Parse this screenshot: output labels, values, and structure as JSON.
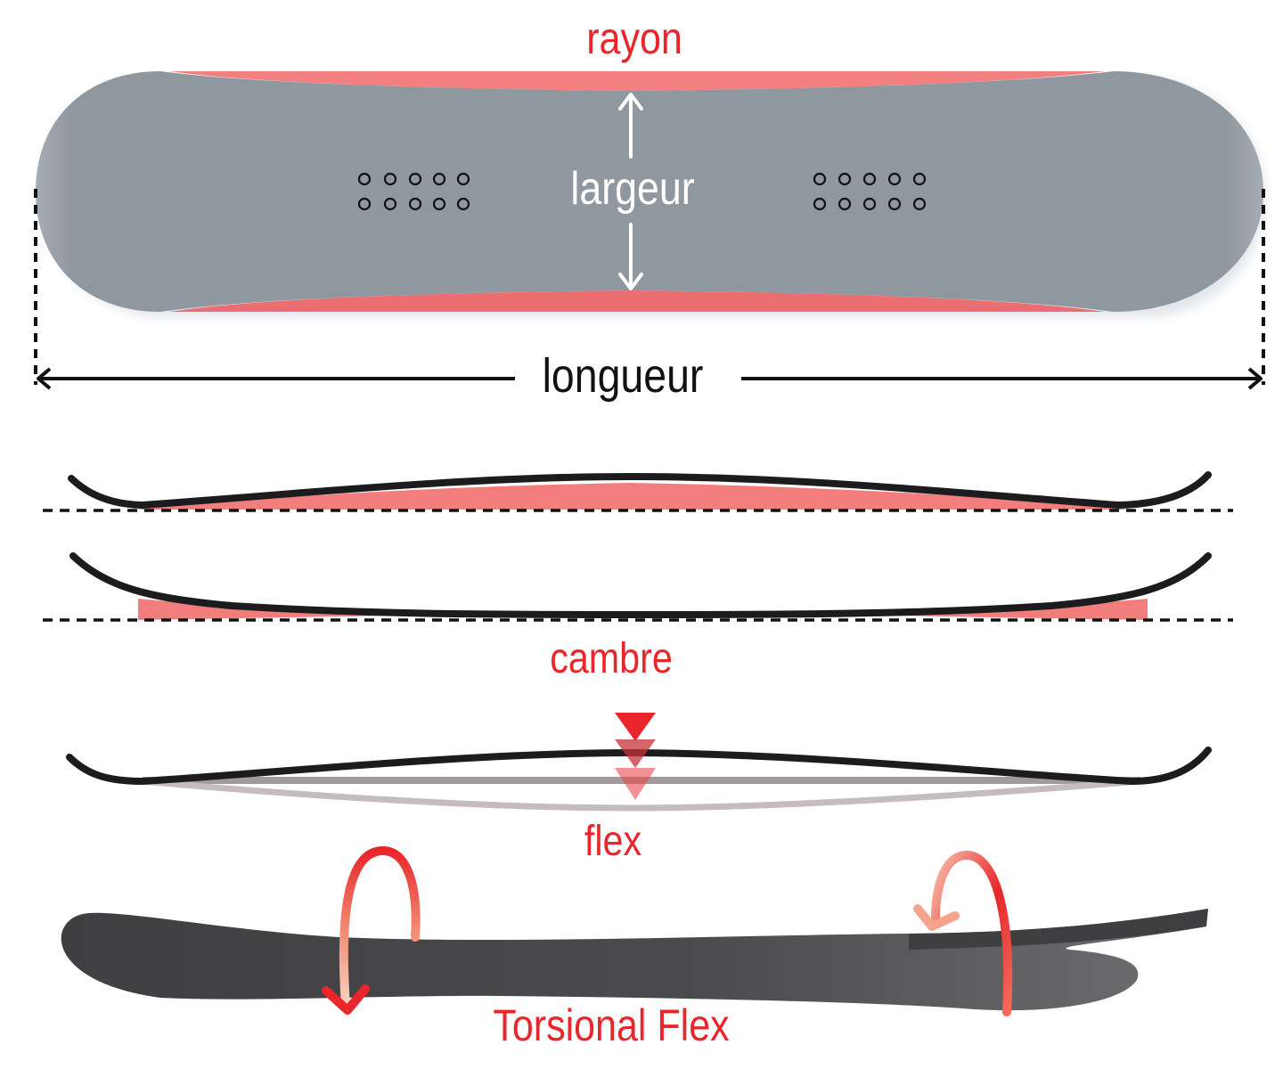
{
  "labels": {
    "rayon": "rayon",
    "largeur": "largeur",
    "longueur": "longueur",
    "cambre": "cambre",
    "flex": "flex",
    "torsional_flex": "Torsional Flex"
  },
  "colors": {
    "accent_red": "#e8262b",
    "edge_pink": "#f28080",
    "board_gray": "#8e969f",
    "profile_black": "#1c1b1d",
    "dark_gray": "#4d4d4f"
  },
  "icons": [
    "double-arrow-icon",
    "dashed-line-icon",
    "insert-hole-icon",
    "curved-arrow-icon",
    "down-triangle-icon"
  ]
}
